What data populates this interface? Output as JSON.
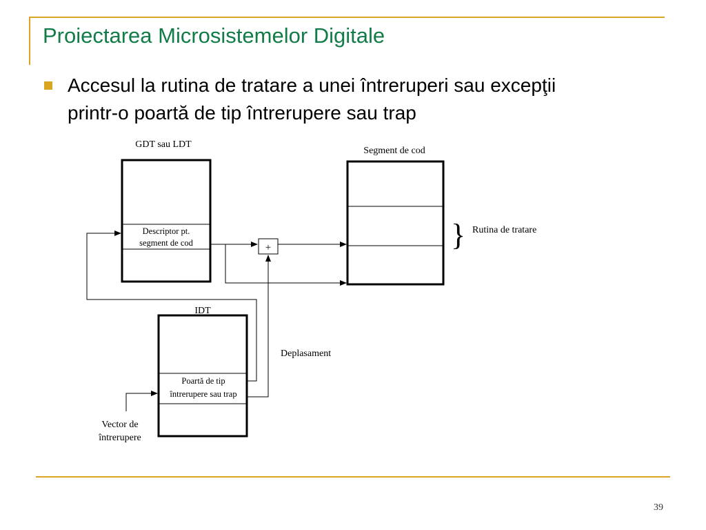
{
  "slide": {
    "title": "Proiectarea Microsistemelor Digitale",
    "bullet": "Accesul la rutina de tratare a unei întreruperi sau excepţii printr-o poartă de tip întrerupere sau trap",
    "page_number": "39"
  },
  "diagram": {
    "gdt_label": "GDT sau LDT",
    "descriptor_line1": "Descriptor pt.",
    "descriptor_line2": "segment de cod",
    "segment_label": "Segment de cod",
    "rutina_label": "Rutina de tratare",
    "brace": "}",
    "plus": "+",
    "idt_label": "IDT",
    "gate_line1": "Poartă de tip",
    "gate_line2": "întrerupere sau trap",
    "deplasament_label": "Deplasament",
    "vector_line1": "Vector de",
    "vector_line2": "întrerupere"
  },
  "colors": {
    "title": "#127c48",
    "accent": "#d9a521"
  }
}
